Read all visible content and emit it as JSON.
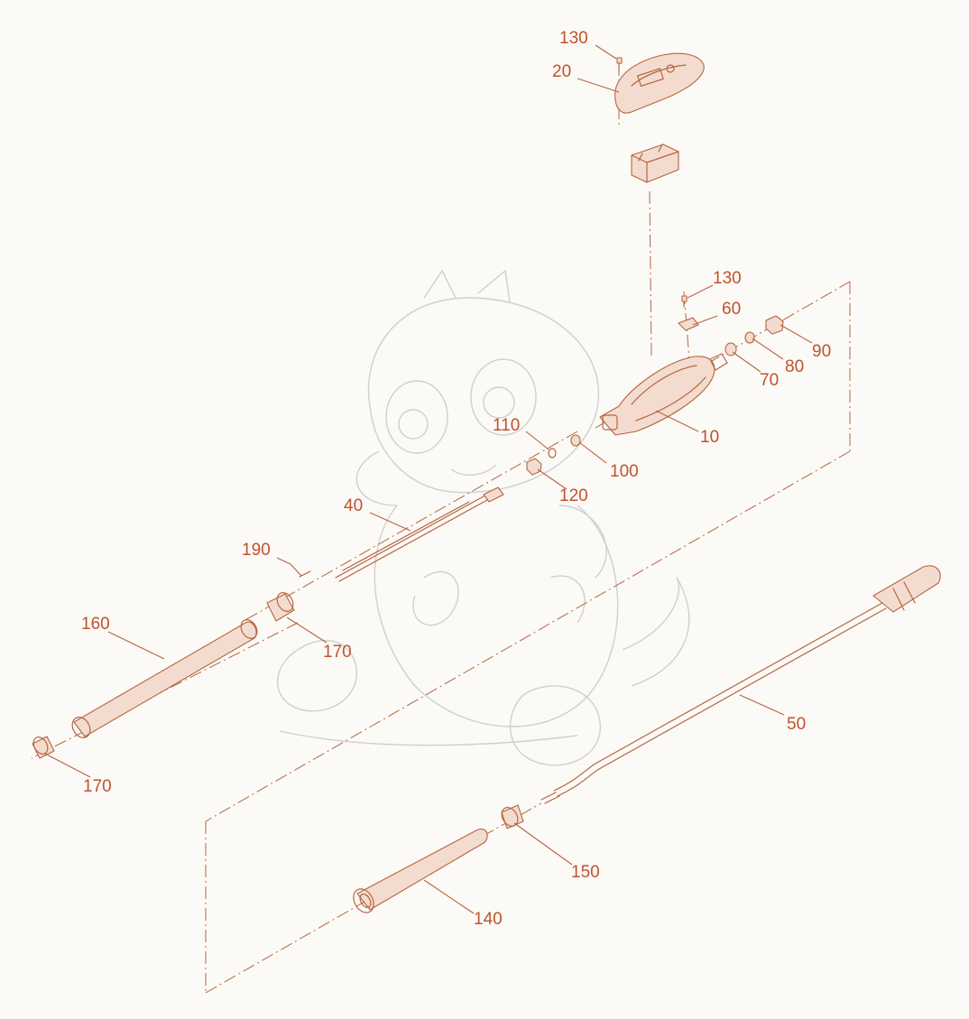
{
  "colors": {
    "label": "#c0522c",
    "line": "#b7643f",
    "part_fill": "#f3dccf",
    "part_fill_dark": "#e7b9a2",
    "background": "#fbfaf7",
    "watermark": "#cfcfcf"
  },
  "labels": [
    {
      "id": "cover",
      "text": "20"
    },
    {
      "id": "cover-screw",
      "text": "130"
    },
    {
      "id": "housing-screw",
      "text": "130"
    },
    {
      "id": "clip",
      "text": "60"
    },
    {
      "id": "cap-nut",
      "text": "90"
    },
    {
      "id": "seal-ring",
      "text": "80"
    },
    {
      "id": "washer",
      "text": "70"
    },
    {
      "id": "housing",
      "text": "10"
    },
    {
      "id": "small-oring",
      "text": "110"
    },
    {
      "id": "small-washer",
      "text": "100"
    },
    {
      "id": "nut",
      "text": "120"
    },
    {
      "id": "probe",
      "text": "40"
    },
    {
      "id": "pin",
      "text": "190"
    },
    {
      "id": "tube",
      "text": "160"
    },
    {
      "id": "sleeve-right",
      "text": "170"
    },
    {
      "id": "sleeve-left",
      "text": "170"
    },
    {
      "id": "cable",
      "text": "50"
    },
    {
      "id": "collar",
      "text": "150"
    },
    {
      "id": "grommet",
      "text": "140"
    }
  ],
  "icons": {
    "watermark": "dragon-watermark-icon"
  }
}
